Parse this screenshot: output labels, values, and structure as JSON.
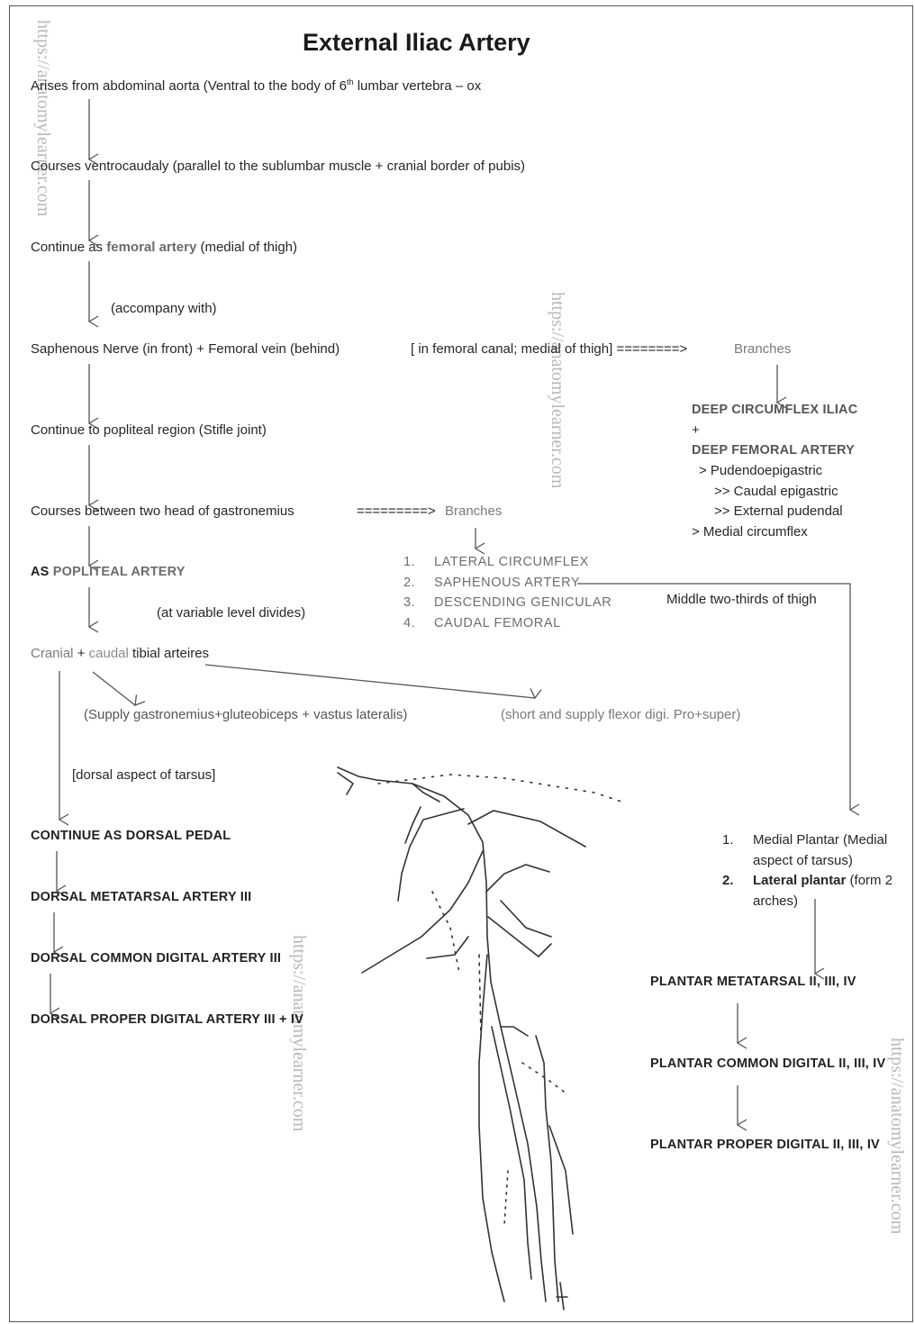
{
  "title": "External Iliac Artery",
  "watermark": "https://anatomylearner.com",
  "flow": {
    "arises": "Arises from abdominal aorta (Ventral to the body of 6",
    "arises_sup": "th",
    "arises_end": " lumbar vertebra – ox",
    "courses": "Courses ventrocaudaly (parallel to the sublumbar muscle + cranial border of pubis)",
    "continue_prefix": "Continue as ",
    "femoral": "femoral artery",
    "continue_suffix": " (medial of thigh)",
    "accompany": "(accompany with)",
    "saphenous_line": "Saphenous Nerve  (in front) + Femoral vein  (behind)",
    "canal": "[ in femoral canal; medial of thigh]  ========>",
    "branches_label": "Branches",
    "popliteal_region": "Continue to  popliteal region (Stifle joint)",
    "between_heads": "Courses between  two head of gastronemius",
    "arrow2": "=========>",
    "branches_label2": "Branches",
    "as_prefix": "AS ",
    "popliteal": "POPLITEAL ARTERY",
    "variable": "(at variable level divides)",
    "cranial": "Cranial",
    "plus": " + ",
    "caudal": "caudal",
    "tibial": " tibial arteires",
    "supply_left": "(Supply gastronemius+gluteobiceps + vastus lateralis)",
    "supply_right": "(short and supply flexor digi. Pro+super)",
    "dorsal_tarsus": "[dorsal aspect of tarsus]",
    "dorsal_pedal": "CONTINUE  AS DORSAL PEDAL",
    "dorsal_metatarsal": "DORSAL METATARSAL  ARTERY III",
    "dorsal_common": "DORSAL COMMON DIGITAL ARTERY III",
    "dorsal_proper": "DORSAL PROPER DIGITAL  ARTERY III + IV"
  },
  "deep": {
    "circumflex": "DEEP CIRCUMFLEX ILIAC",
    "plus": "+",
    "femoral": "DEEP FEMORAL ARTERY",
    "pudendo": "> Pudendoepigastric",
    "caudal_epi": ">> Caudal epigastric",
    "ext_pudendal": ">> External pudendal",
    "medial_circ": "> Medial circumflex"
  },
  "branch_list": [
    {
      "num": "1.",
      "text": "LATERAL  CIRCUMFLEX"
    },
    {
      "num": "2.",
      "text": "SAPHENOUS  ARTERY"
    },
    {
      "num": "3.",
      "text": "DESCENDING  GENICULAR"
    },
    {
      "num": "4.",
      "text": "CAUDAL  FEMORAL"
    }
  ],
  "middle_thigh": "Middle two-thirds of thigh",
  "plantar": {
    "item1_num": "1.",
    "item1_a": "Medial Plantar (Medial",
    "item1_b": "aspect of tarsus)",
    "item2_num": "2.",
    "item2_bold": "Lateral plantar",
    "item2_rest": " (form 2",
    "item2_b": "arches)",
    "metatarsal": "PLANTAR METATARSAL  II, III, IV",
    "common": "PLANTAR COMMON DIGITAL  II, III, IV",
    "proper": "PLANTAR PROPER  DIGITAL  II, III, IV"
  }
}
